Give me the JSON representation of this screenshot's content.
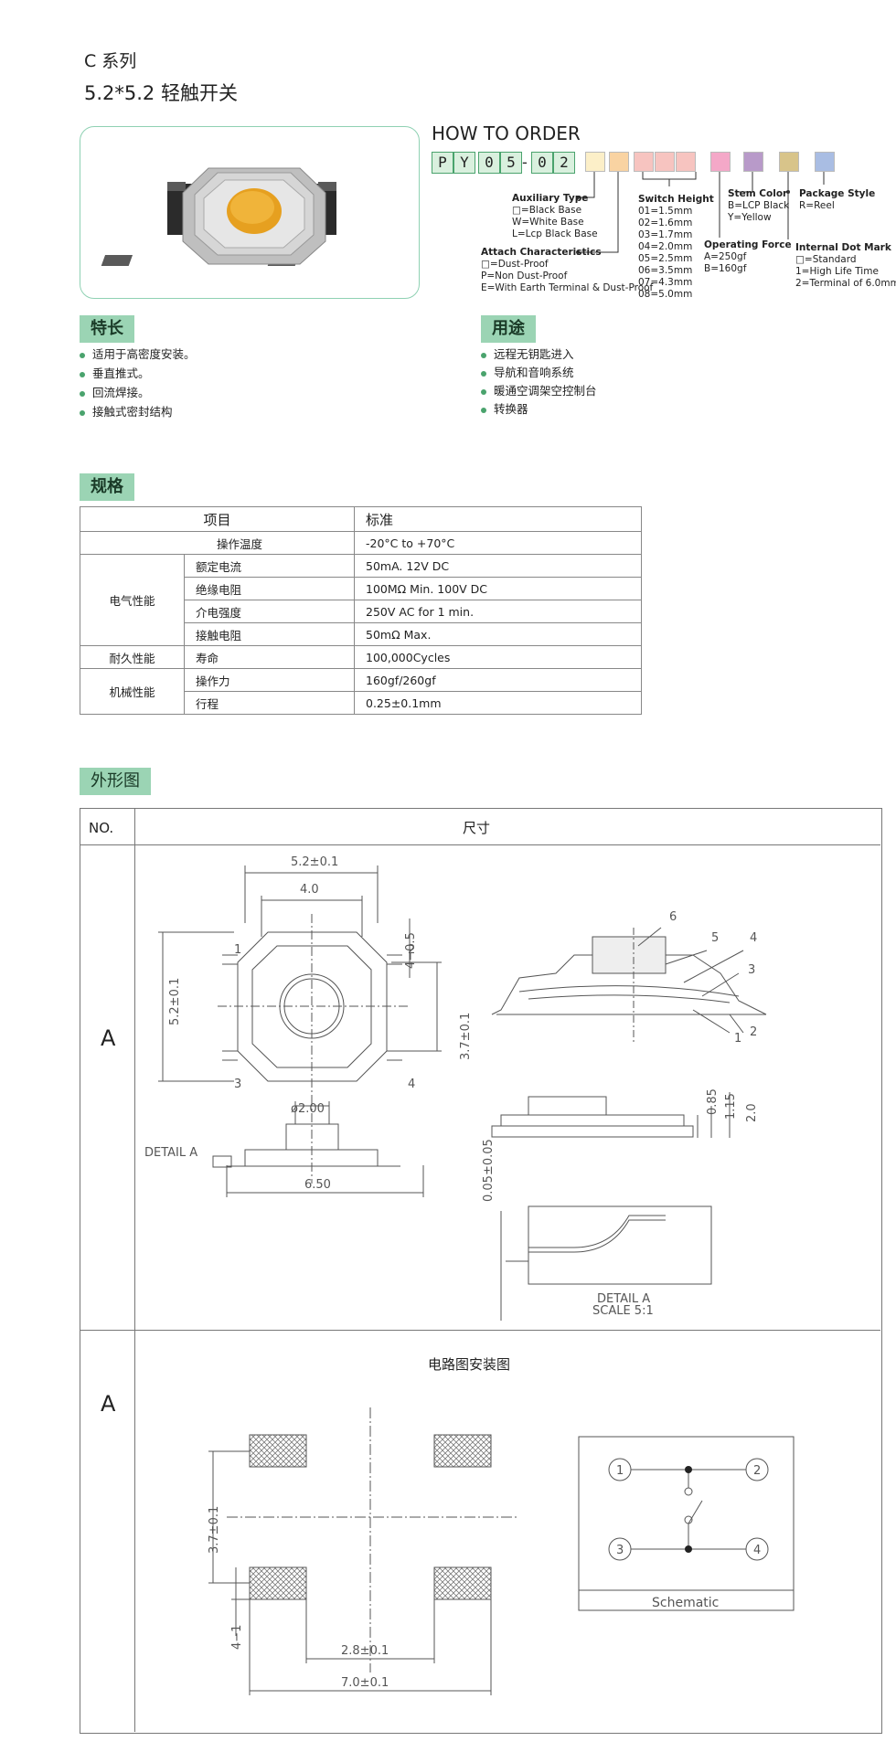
{
  "header": {
    "series": "C 系列",
    "title": "5.2*5.2 轻触开关"
  },
  "order": {
    "title": "HOW TO ORDER",
    "code": [
      "P",
      "Y",
      "0",
      "5",
      "-",
      "0",
      "2"
    ],
    "swatch_colors": [
      "#fcefc8",
      "#f9d3a2",
      "#f7c4c0",
      "#f7c4c0",
      "#f7c4c0",
      "#f4a8c8",
      "#b89ac9",
      "#d8c48a",
      "#a9bde3"
    ],
    "labels": {
      "auxiliary_title": "Auxiliary Type",
      "auxiliary_1": "□=Black Base",
      "auxiliary_2": "W=White Base",
      "auxiliary_3": "L=Lcp Black Base",
      "attach_title": "Attach Characteristics",
      "attach_1": "□=Dust-Proof",
      "attach_2": "P=Non Dust-Proof",
      "attach_3": "E=With Earth Terminal & Dust-Proof",
      "switch_title": "Switch Height",
      "switch_items": [
        "01=1.5mm",
        "02=1.6mm",
        "03=1.7mm",
        "04=2.0mm",
        "05=2.5mm",
        "06=3.5mm",
        "07=4.3mm",
        "08=5.0mm"
      ],
      "force_title": "Operating Force",
      "force_1": "A=250gf",
      "force_2": "B=160gf",
      "stem_title": "Stem Color",
      "stem_1": "B=LCP Black",
      "stem_2": "Y=Yellow",
      "package_title": "Package Style",
      "package_1": "R=Reel",
      "dot_title": "Internal Dot Mark",
      "dot_1": "□=Standard",
      "dot_2": "1=High Life Time",
      "dot_3": "2=Terminal of 6.0mm"
    }
  },
  "features": {
    "title": "特长",
    "items": [
      "适用于高密度安装。",
      "垂直推式。",
      "回流焊接。",
      "接触式密封结构"
    ]
  },
  "applications": {
    "title": "用途",
    "items": [
      "远程无钥匙进入",
      "导航和音响系统",
      "暖通空调架空控制台",
      "转换器"
    ]
  },
  "spec": {
    "title": "规格",
    "head": [
      "项目",
      "标准"
    ],
    "op_temp": {
      "label": "操作温度",
      "value": "-20°C to +70°C"
    },
    "electrical": {
      "group": "电气性能",
      "rows": [
        {
          "label": "额定电流",
          "value": "50mA. 12V DC"
        },
        {
          "label": "绝缘电阻",
          "value": "100MΩ Min. 100V DC"
        },
        {
          "label": "介电强度",
          "value": "250V AC for 1 min."
        },
        {
          "label": "接触电阻",
          "value": "50mΩ Max."
        }
      ]
    },
    "durability": {
      "group": "耐久性能",
      "label": "寿命",
      "value": "100,000Cycles"
    },
    "mechanical": {
      "group": "机械性能",
      "rows": [
        {
          "label": "操作力",
          "value": "160gf/260gf"
        },
        {
          "label": "行程",
          "value": "0.25±0.1mm"
        }
      ]
    }
  },
  "outline": {
    "title": "外形图",
    "col_no": "NO.",
    "col_dim": "尺寸",
    "row1_no": "A",
    "row2_no": "A",
    "circuit_title": "电路图安装图",
    "dims": {
      "w_outer": "5.2±0.1",
      "w_inner": "4.0",
      "h_outer": "5.2±0.1",
      "h_inner": "3.7±0.1",
      "pin_w": "4−0.5",
      "knob_d": "ø2.00",
      "total_w": "6.50",
      "detail": "DETAIL  A",
      "h1": "0.85",
      "h2": "1.15",
      "h3": "2.0",
      "gap": "0.05±0.05",
      "detail_a": "DETAIL  A",
      "scale": "SCALE  5:1",
      "pad_h": "3.7±0.1",
      "pad_gap": "2.8±0.1",
      "pad_total": "7.0±0.1",
      "pad_side": "4−1",
      "schematic": "Schematic"
    },
    "pins": [
      "1",
      "2",
      "3",
      "4"
    ],
    "parts": [
      "1",
      "2",
      "3",
      "4",
      "5",
      "6"
    ]
  }
}
